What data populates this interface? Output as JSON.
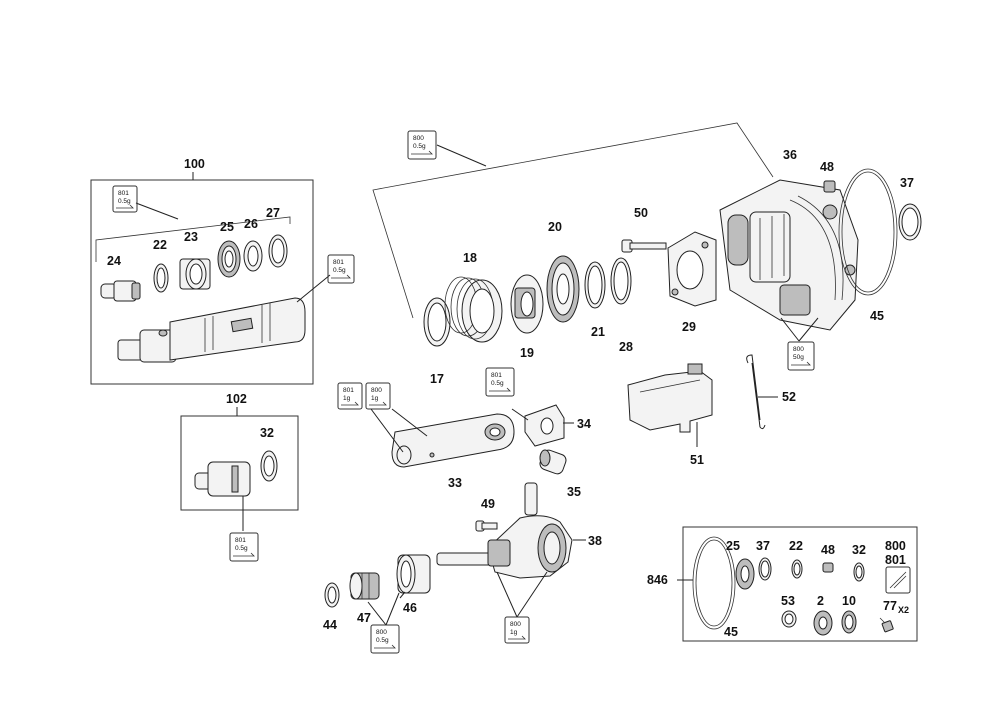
{
  "callouts": {
    "c100": "100",
    "c102": "102",
    "c36": "36",
    "c48": "48",
    "c37": "37",
    "c20": "20",
    "c50": "50",
    "c18": "18",
    "c17": "17",
    "c19": "19",
    "c21": "21",
    "c28": "28",
    "c29": "29",
    "c45": "45",
    "c24": "24",
    "c22": "22",
    "c23": "23",
    "c25": "25",
    "c26": "26",
    "c27": "27",
    "c32": "32",
    "c34": "34",
    "c33": "33",
    "c35": "35",
    "c52": "52",
    "c51": "51",
    "c49": "49",
    "c38": "38",
    "c44": "44",
    "c47": "47",
    "c46": "46"
  },
  "kit": {
    "p846": "846",
    "p25": "25",
    "p37": "37",
    "p22": "22",
    "p48": "48",
    "p32": "32",
    "p800": "800",
    "p801": "801",
    "p45": "45",
    "p53": "53",
    "p2": "2",
    "p10": "10",
    "p77": "77",
    "p77qty": "X2"
  },
  "lube_tags": {
    "t1_code": "800",
    "t1_qty": "0.5g",
    "t2_code": "801",
    "t2_qty": "0.5g",
    "t3_code": "801",
    "t3_qty": "0.5g",
    "t4_code": "800",
    "t4_qty": "50g",
    "t5_code": "801",
    "t5_qty": "1g",
    "t6_code": "800",
    "t6_qty": "1g",
    "t7_code": "801",
    "t7_qty": "0.5g",
    "t8_code": "801",
    "t8_qty": "0.5g",
    "t9_code": "800",
    "t9_qty": "0.5g",
    "t10_code": "800",
    "t10_qty": "1g"
  }
}
